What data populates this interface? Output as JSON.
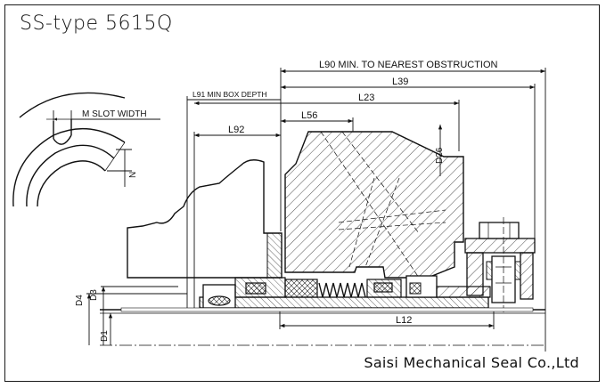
{
  "title": "SS-type 5615Q",
  "company": "Saisi Mechanical Seal Co.,Ltd",
  "labels": {
    "l90": "L90 MIN. TO NEAREST OBSTRUCTION",
    "l39": "L39",
    "l91": "L91 MIN BOX DEPTH",
    "l23": "L23",
    "l56": "L56",
    "l92": "L92",
    "d26": "D26",
    "m_slot": "M SLOT WIDTH",
    "n": "N",
    "d4": "D4",
    "d3": "D3",
    "d1": "D1",
    "l12": "L12"
  }
}
